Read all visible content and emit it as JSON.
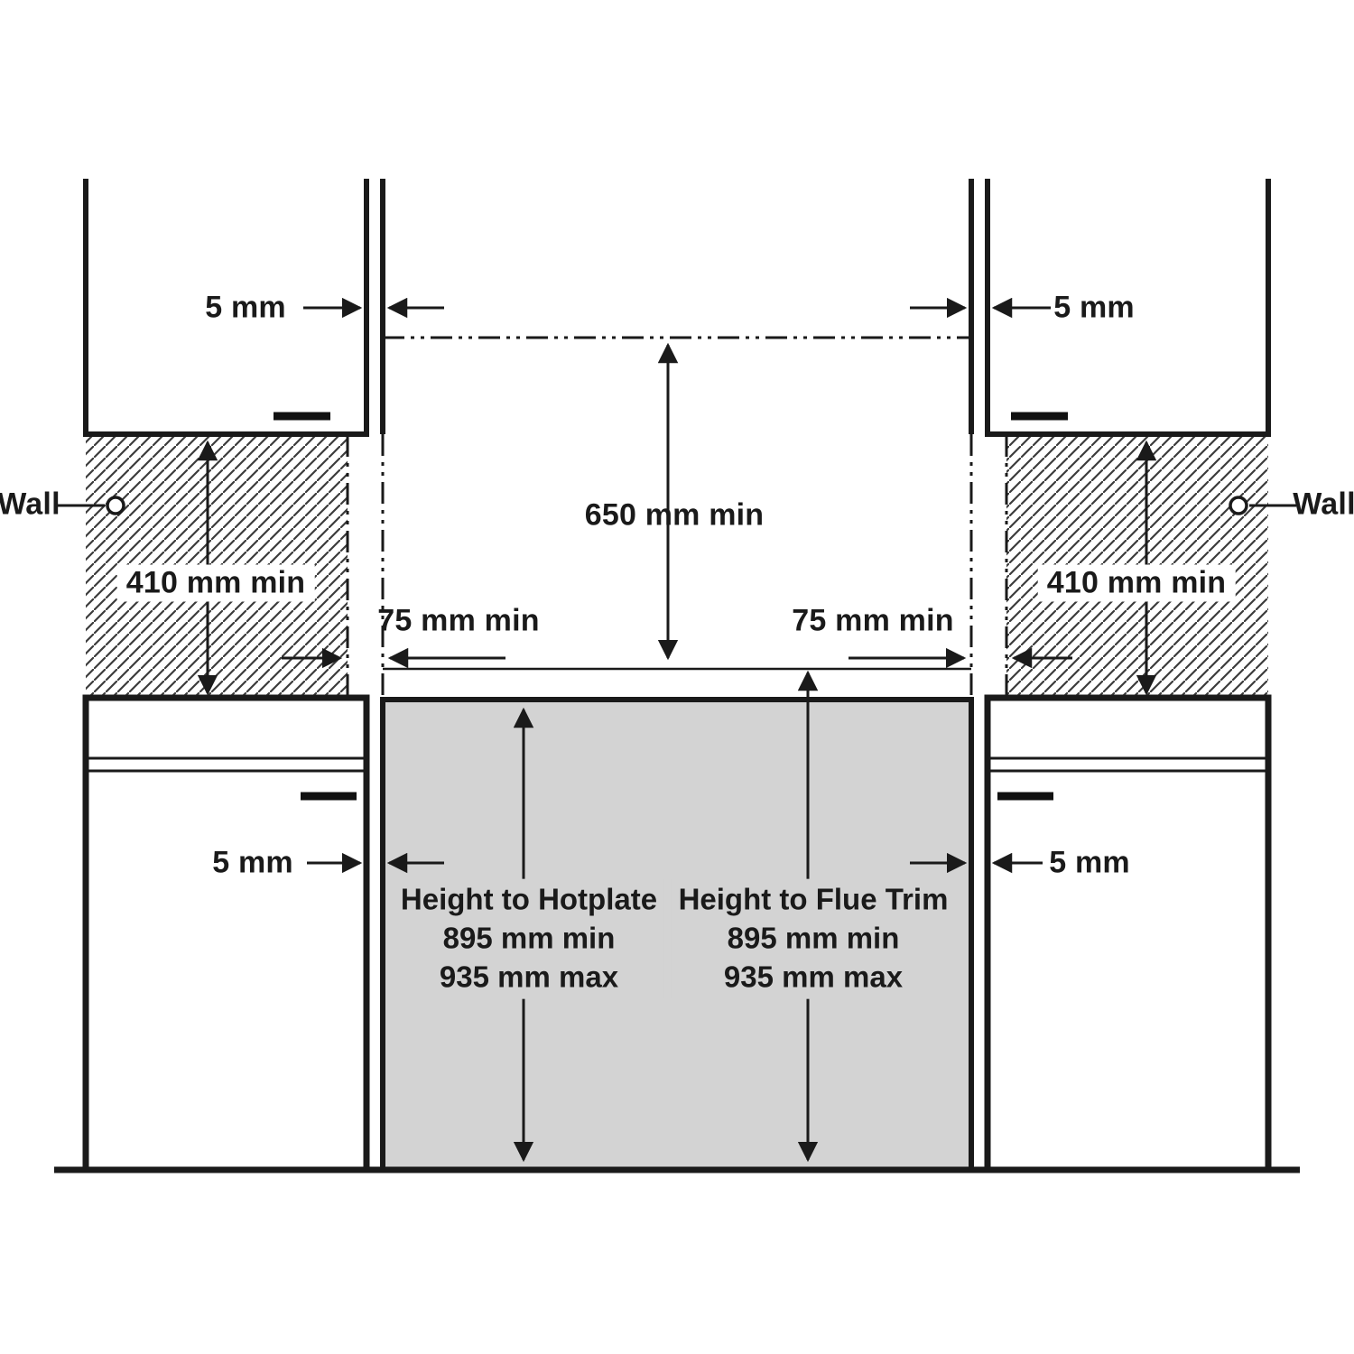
{
  "diagram": {
    "type": "cooker-installation-clearance-diagram",
    "colors": {
      "line": "#1a1a1a",
      "appliance_fill": "#d3d3d3",
      "background": "#ffffff"
    },
    "labels": {
      "wall_left": "Wall",
      "wall_right": "Wall",
      "top_gap_left": "5 mm",
      "top_gap_right": "5 mm",
      "mid_gap_left": "5 mm",
      "mid_gap_right": "5 mm",
      "overhead_clearance": "650 mm min",
      "side_clearance_left": "75 mm min",
      "side_clearance_right": "75 mm min",
      "wall_clearance_left": "410 mm min",
      "wall_clearance_right": "410 mm min"
    },
    "hotplate": {
      "title": "Height to Hotplate",
      "min": "895 mm min",
      "max": "935 mm max"
    },
    "flue": {
      "title": "Height to Flue Trim",
      "min": "895 mm min",
      "max": "935 mm max"
    }
  }
}
